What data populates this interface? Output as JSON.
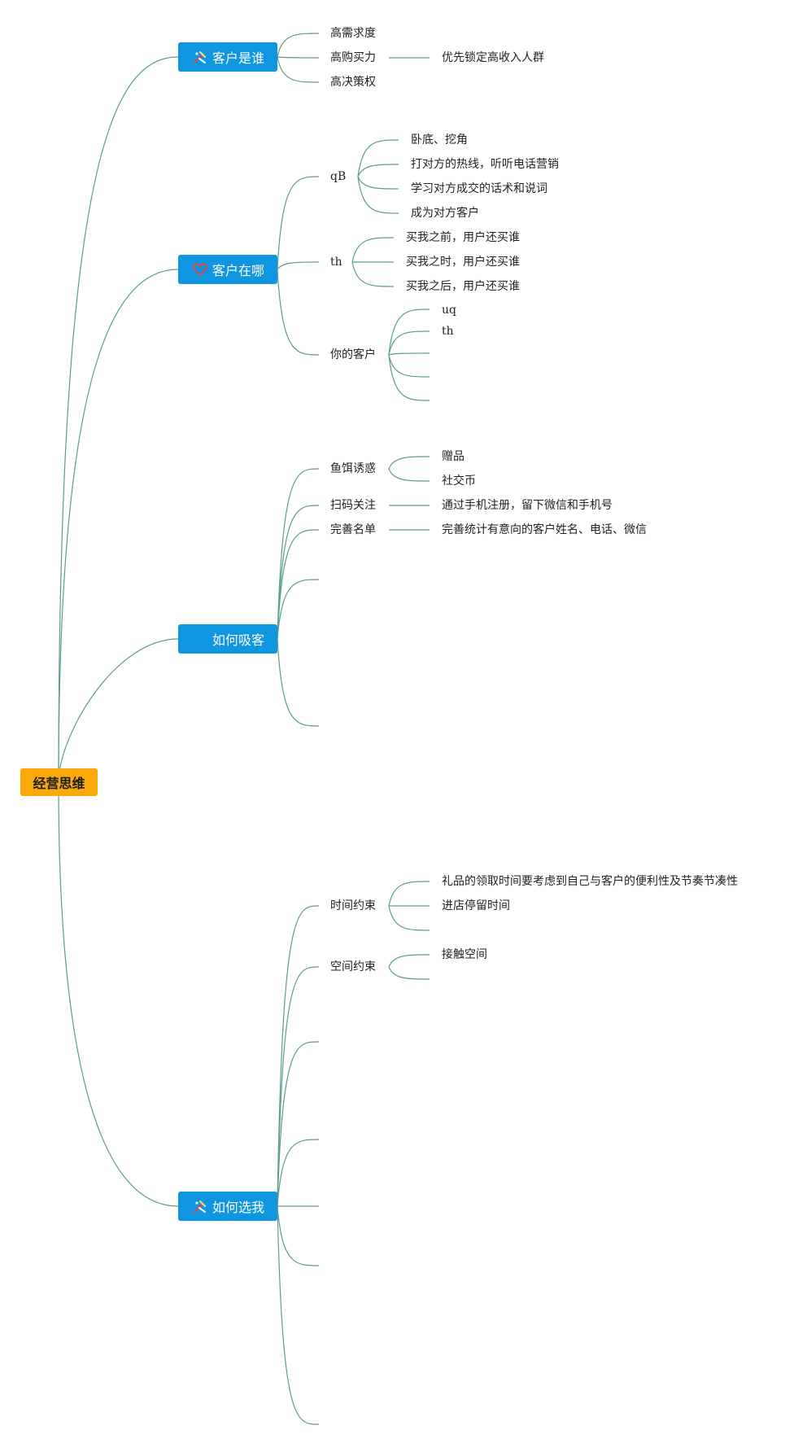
{
  "root": {
    "label": "经营思维"
  },
  "branches": [
    {
      "label": "客户是谁",
      "icon": "tools-icon"
    },
    {
      "label": "客户在哪",
      "icon": "heart-icon"
    },
    {
      "label": "如何吸客",
      "icon": ""
    },
    {
      "label": "如何选我",
      "icon": "tools-icon"
    }
  ],
  "b1": {
    "item1": "高需求度",
    "item2": "高购买力",
    "item2_child": "优先锁定高收入人群",
    "item3": "高决策权"
  },
  "b2": {
    "qb": "qB",
    "qb_children": [
      "卧底、挖角",
      "打对方的热线，听听电话营销",
      "学习对方成交的话术和说词",
      "成为对方客户"
    ],
    "th": "th",
    "th_children": [
      "买我之前，用户还买谁",
      "买我之时，用户还买谁",
      "买我之后，用户还买谁"
    ],
    "yours": "你的客户",
    "yours_children": [
      "uq",
      "th"
    ]
  },
  "b3": {
    "bait": "鱼饵诱惑",
    "bait_children": [
      "赠品",
      "社交币"
    ],
    "scan": "扫码关注",
    "scan_child": "通过手机注册，留下微信和手机号",
    "list": "完善名单",
    "list_child": "完善统计有意向的客户姓名、电话、微信"
  },
  "b4": {
    "time": "时间约束",
    "time_children": [
      "礼品的领取时间要考虑到自己与客户的便利性及节奏节凑性",
      "进店停留时间"
    ],
    "space": "空间约束",
    "space_children": [
      "接触空间"
    ]
  },
  "colors": {
    "root": "#fba80b",
    "branch": "#0e97e0",
    "line": "#5a9e86",
    "icon_accent": "#e5423a"
  }
}
